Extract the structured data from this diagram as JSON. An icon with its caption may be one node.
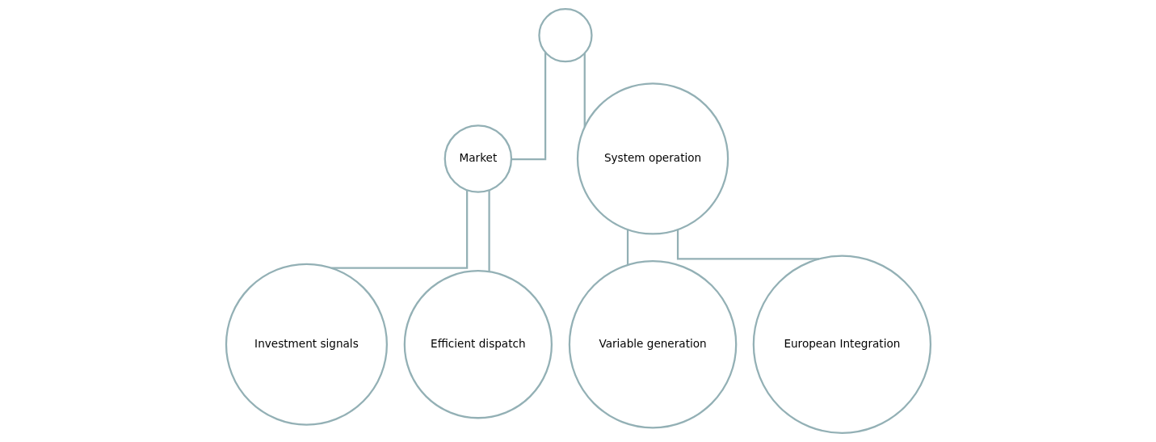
{
  "diagram": {
    "nodes": [
      {
        "text": [],
        "shape": "circle"
      },
      {
        "text": [
          "Market"
        ]
      },
      {
        "text": [
          "System operation"
        ]
      },
      {
        "text": [
          "Investment signals"
        ]
      },
      {
        "text": [
          "Efficient dispatch"
        ]
      },
      {
        "text": [
          "Variable generation"
        ]
      },
      {
        "text": [
          "European Integration"
        ]
      }
    ],
    "edges": [
      {
        "from": 0,
        "to": 1,
        "arrow": "none"
      },
      {
        "from": 0,
        "to": 2,
        "arrow": "none"
      },
      {
        "from": 1,
        "to": 3,
        "arrow": "none"
      },
      {
        "from": 1,
        "to": 4,
        "arrow": "none"
      },
      {
        "from": 2,
        "to": 5,
        "arrow": "none"
      },
      {
        "from": 2,
        "to": 6,
        "arrow": "none"
      }
    ]
  }
}
